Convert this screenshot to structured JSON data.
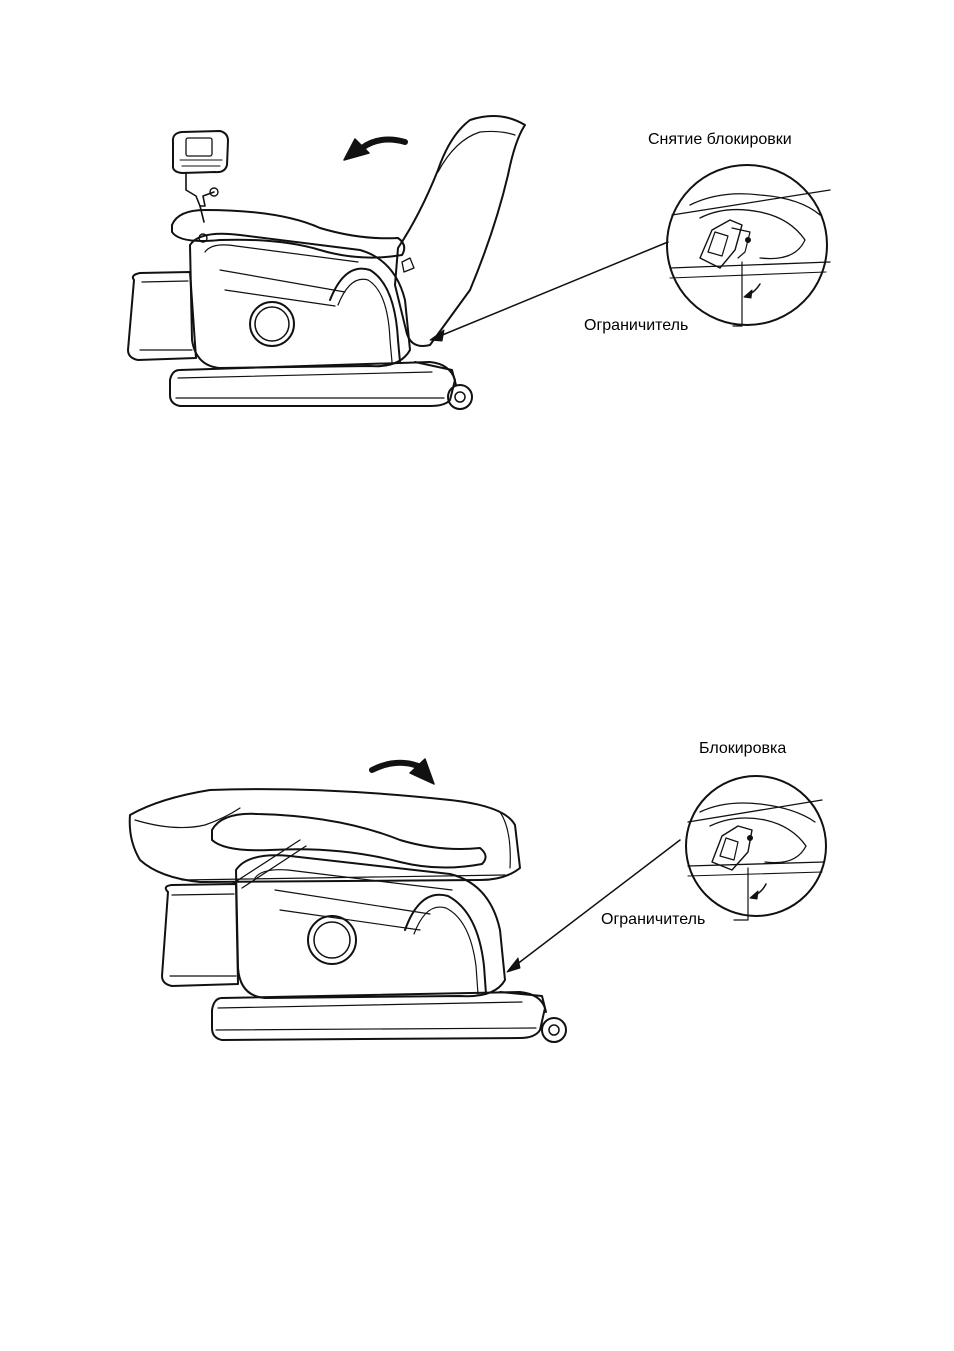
{
  "figures": [
    {
      "callout_label": "Снятие блокировки",
      "part_label": "Ограничитель"
    },
    {
      "callout_label": "Блокировка",
      "part_label": "Ограничитель"
    }
  ]
}
